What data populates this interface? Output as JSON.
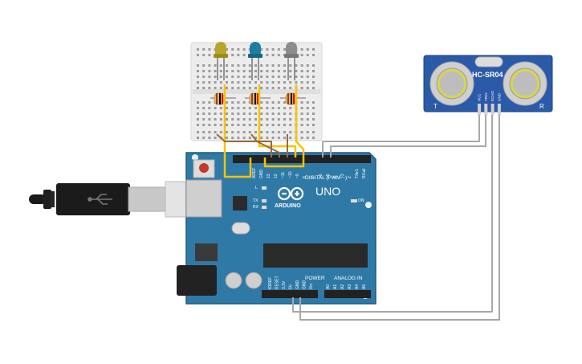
{
  "canvas": {
    "background": "#ffffff"
  },
  "colors": {
    "board": "#2f79a7",
    "board_dark": "#1f5a80",
    "breadboard": "#eeeeee",
    "wire_yellow": "#f4c400",
    "wire_brown": "#9c6a3c",
    "wire_gray": "#9e9e9e",
    "sensor": "#2a5aa8",
    "led_yellow": "#b8a52a",
    "led_blue": "#1f7ea0",
    "led_gray": "#8c8c8c"
  },
  "arduino": {
    "model": "UNO",
    "brand": "ARDUINO",
    "digital_label": "DIGITAL (PWM ~)",
    "power_label": "POWER",
    "analog_label": "ANALOG IN",
    "aref_label": "AREF",
    "gnd_label": "GND",
    "on_label": "ON",
    "tx_label": "TX",
    "rx_label": "RX",
    "l_label": "L",
    "digital_pins": [
      "13",
      "12",
      "~11",
      "~10",
      "~9",
      "8",
      "7",
      "~6",
      "~5",
      "4",
      "~3",
      "2",
      "TX▸1",
      "RX◂0"
    ],
    "power_pins": [
      "IOREF",
      "RESET",
      "3.3V",
      "5V",
      "GND",
      "GND",
      "Vin"
    ],
    "analog_pins": [
      "A0",
      "A1",
      "A2",
      "A3",
      "A4",
      "A5"
    ]
  },
  "sensor": {
    "model": "HC-SR04",
    "pins": [
      "VCC",
      "TRIG",
      "ECHO",
      "GND"
    ],
    "left_mark": "T",
    "right_mark": "R"
  },
  "leds": [
    {
      "color_name": "yellow"
    },
    {
      "color_name": "blue"
    },
    {
      "color_name": "gray"
    }
  ],
  "usb": {
    "symbol": "usb-icon"
  }
}
